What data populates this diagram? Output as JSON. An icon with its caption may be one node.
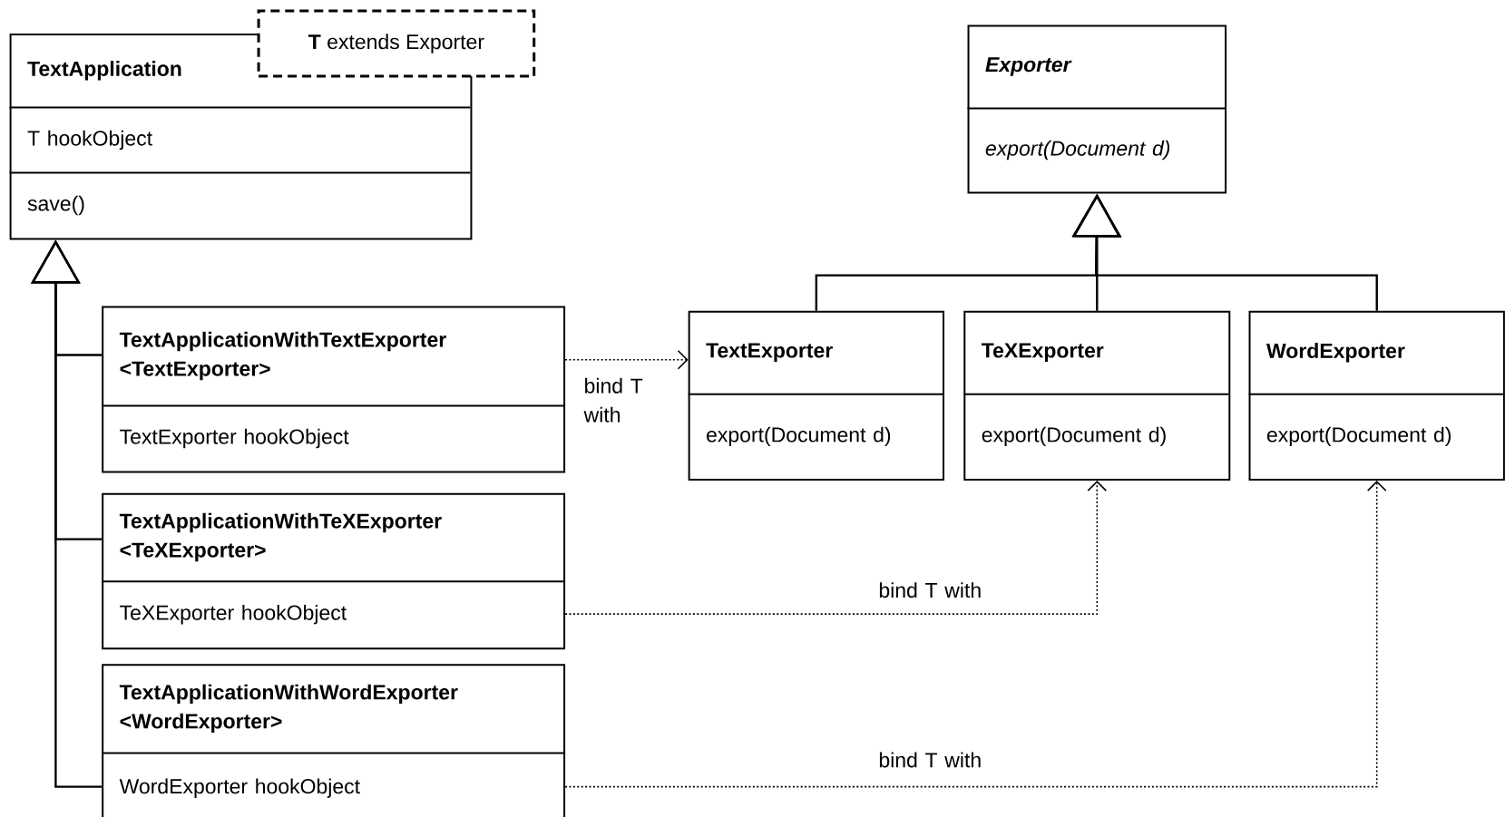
{
  "diagram": {
    "nodes": [
      {
        "text": [
          "TextApplication",
          "T hookObject",
          "save()"
        ]
      },
      {
        "text": [
          "**T** extends Exporter"
        ]
      },
      {
        "text": [
          "Exporter",
          "export(Document d)"
        ]
      },
      {
        "text": [
          "TextExporter",
          "export(Document d)"
        ]
      },
      {
        "text": [
          "TeXExporter",
          "export(Document d)"
        ]
      },
      {
        "text": [
          "WordExporter",
          "export(Document d)"
        ]
      },
      {
        "text": [
          "TextApplicationWithTextExporter <TextExporter>",
          "TextExporter hookObject"
        ]
      },
      {
        "text": [
          "TextApplicationWithTeXExporter <TeXExporter>",
          "TeXExporter hookObject"
        ]
      },
      {
        "text": [
          "TextApplicationWithWordExporter <WordExporter>",
          "WordExporter hookObject"
        ]
      }
    ],
    "edges": [
      {
        "from": 3,
        "to": 2,
        "arrow": "to"
      },
      {
        "from": 4,
        "to": 2,
        "arrow": "to"
      },
      {
        "from": 5,
        "to": 2,
        "arrow": "to"
      },
      {
        "from": 6,
        "to": 0,
        "arrow": "to"
      },
      {
        "from": 7,
        "to": 0,
        "arrow": "to"
      },
      {
        "from": 8,
        "to": 0,
        "arrow": "to"
      },
      {
        "from": 6,
        "to": 3,
        "arrow": "to",
        "label": "bind T with",
        "style": "dashed"
      },
      {
        "from": 7,
        "to": 4,
        "arrow": "to",
        "label": "bind T with",
        "style": "dashed"
      },
      {
        "from": 8,
        "to": 5,
        "arrow": "to",
        "label": "bind T with",
        "style": "dashed"
      }
    ]
  }
}
